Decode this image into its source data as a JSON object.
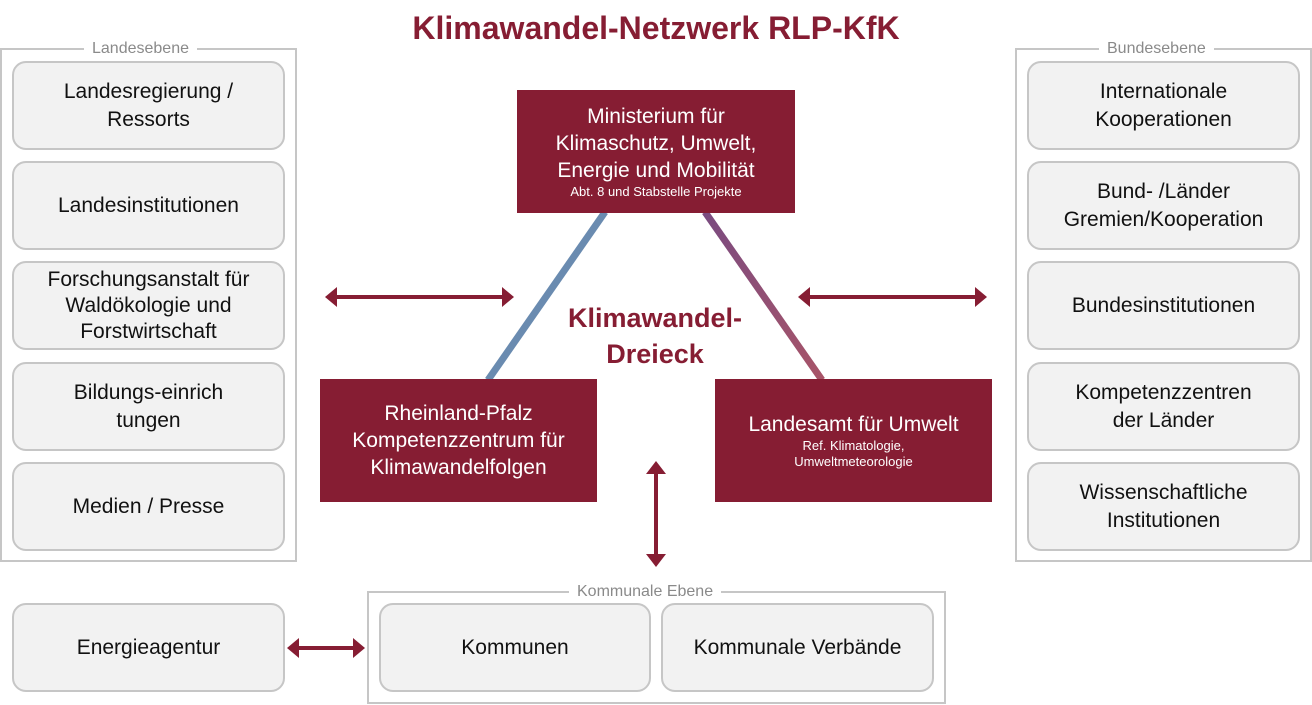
{
  "title": "Klimawandel-Netzwerk RLP-KfK",
  "colors": {
    "accent": "#861D33",
    "box_fill": "#f2f2f2",
    "box_border": "#c6c6c6",
    "line_blue": "#6a8bb0",
    "line_purple": "#7a4b80"
  },
  "landesebene": {
    "label": "Landesebene",
    "items": [
      "Landesregierung / Ressorts",
      "Landesinstitutionen",
      "Forschungsanstalt für Waldökologie und Forstwirtschaft",
      "Bildungs-einrichtungen",
      "Medien / Presse"
    ]
  },
  "bundesebene": {
    "label": "Bundesebene",
    "items": [
      "Internationale Kooperationen",
      "Bund- /Länder Gremien/Kooperation",
      "Bundesinstitutionen",
      "Kompetenzzentren der Länder",
      "Wissenschaftliche Institutionen"
    ]
  },
  "triangle": {
    "center_label_1": "Klimawandel-",
    "center_label_2": "Dreieck",
    "ministerium": {
      "main": "Ministerium für Klimaschutz, Umwelt, Energie und Mobilität",
      "sub": "Abt. 8 und Stabstelle Projekte"
    },
    "kompetenzzentrum": {
      "main": "Rheinland-Pfalz Kompetenzzentrum für Klimawandelfolgen"
    },
    "landesamt": {
      "main": "Landesamt für Umwelt",
      "sub_1": "Ref. Klimatologie,",
      "sub_2": "Umweltmeteorologie"
    }
  },
  "kommunale_ebene": {
    "label": "Kommunale Ebene",
    "items": [
      "Kommunen",
      "Kommunale Verbände"
    ]
  },
  "energieagentur": "Energieagentur"
}
